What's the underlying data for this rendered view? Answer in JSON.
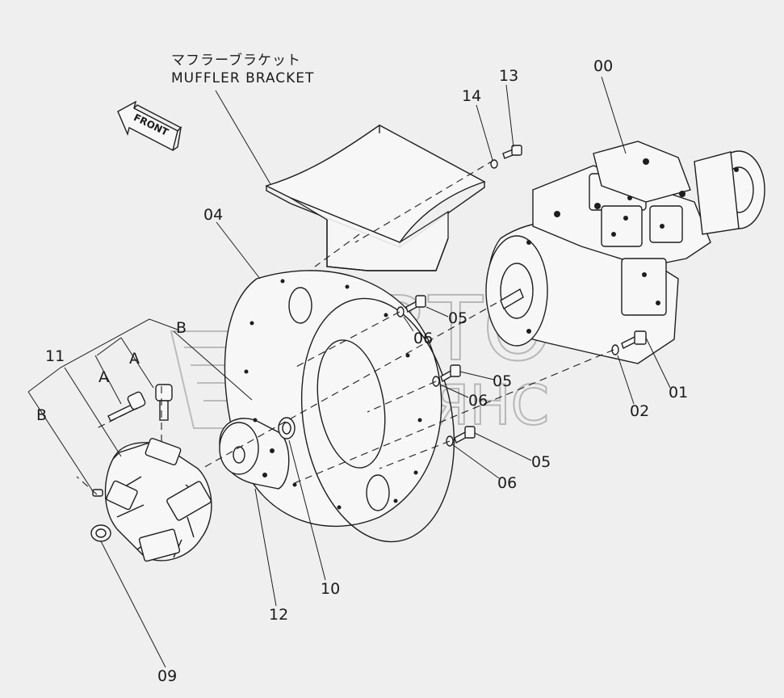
{
  "title": {
    "jp": "マフラーブラケット",
    "en": "MUFFLER BRACKET"
  },
  "direction_label": "FRONT",
  "watermark": {
    "line1": "АВТО",
    "line2": "АЛЬЯНС"
  },
  "callouts": {
    "p00": "00",
    "p01": "01",
    "p02": "02",
    "p04": "04",
    "p05a": "05",
    "p05b": "05",
    "p05c": "05",
    "p06a": "06",
    "p06b": "06",
    "p06c": "06",
    "p09": "09",
    "p10": "10",
    "p11": "11",
    "p12": "12",
    "p13": "13",
    "p14": "14",
    "a1": "A",
    "a2": "A",
    "b1": "B",
    "b2": "B"
  }
}
